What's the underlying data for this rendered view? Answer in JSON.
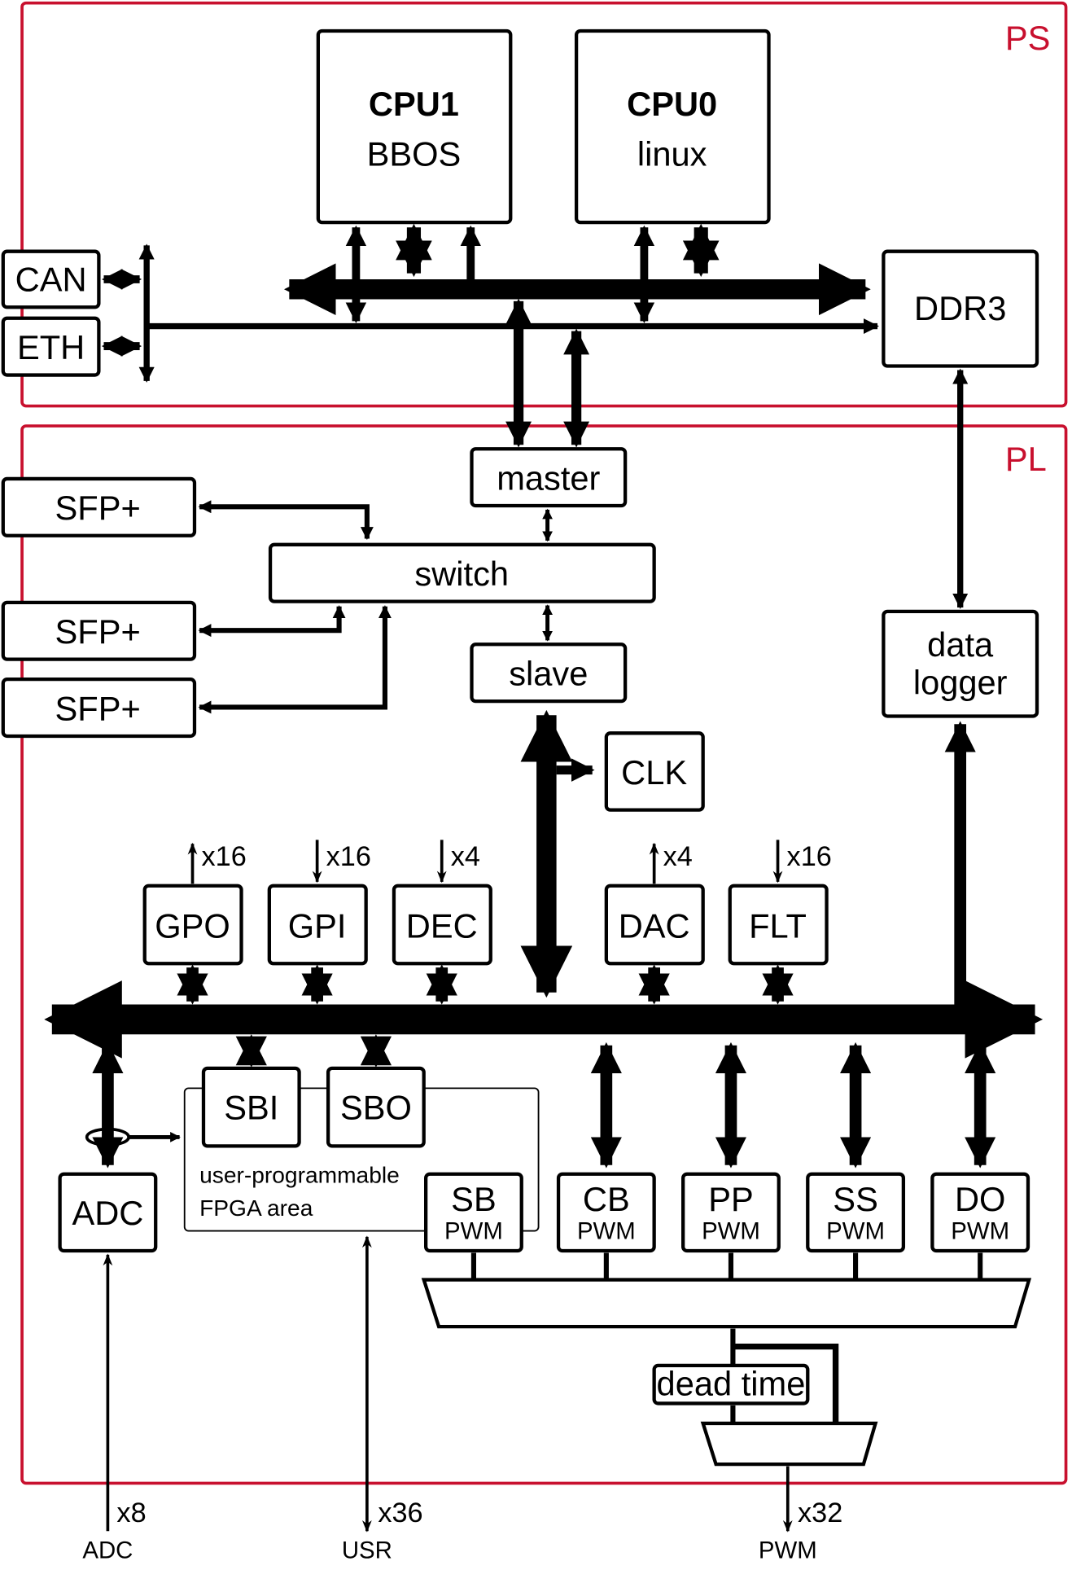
{
  "regions": {
    "ps": "PS",
    "pl": "PL"
  },
  "colors": {
    "region": "#c8102e",
    "line": "#000000"
  },
  "ps": {
    "cpu1": {
      "title": "CPU1",
      "sub": "BBOS"
    },
    "cpu0": {
      "title": "CPU0",
      "sub": "linux"
    },
    "can": "CAN",
    "eth": "ETH",
    "ddr3": "DDR3"
  },
  "pl": {
    "master": "master",
    "switch": "switch",
    "slave": "slave",
    "sfp": [
      "SFP+",
      "SFP+",
      "SFP+"
    ],
    "data_logger": [
      "data",
      "logger"
    ],
    "clk": "CLK",
    "io": [
      {
        "label": "GPO",
        "count": "x16"
      },
      {
        "label": "GPI",
        "count": "x16"
      },
      {
        "label": "DEC",
        "count": "x4"
      },
      {
        "label": "DAC",
        "count": "x4"
      },
      {
        "label": "FLT",
        "count": "x16"
      }
    ],
    "sbi": "SBI",
    "sbo": "SBO",
    "fpga_area": [
      "user-programmable",
      "FPGA area"
    ],
    "adc": "ADC",
    "pwm": [
      {
        "label": "SB",
        "sub": "PWM"
      },
      {
        "label": "CB",
        "sub": "PWM"
      },
      {
        "label": "PP",
        "sub": "PWM"
      },
      {
        "label": "SS",
        "sub": "PWM"
      },
      {
        "label": "DO",
        "sub": "PWM"
      }
    ],
    "dead_time": "dead time"
  },
  "outputs": [
    {
      "name": "ADC",
      "count": "x8"
    },
    {
      "name": "USR",
      "count": "x36"
    },
    {
      "name": "PWM",
      "count": "x32"
    }
  ]
}
